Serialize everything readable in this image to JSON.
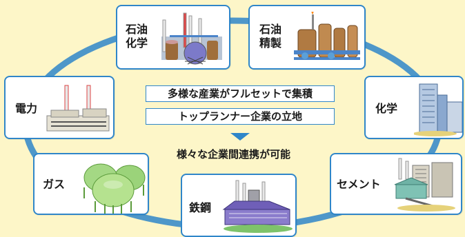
{
  "background": "#fdf6c8",
  "ring_color": "#2f86c9",
  "industries": {
    "petrochemical": "石油\n化学",
    "refining": "石油\n精製",
    "power": "電力",
    "chemical": "化学",
    "gas": "ガス",
    "cement": "セメント",
    "steel": "鉄鋼"
  },
  "center": {
    "line1": "多様な産業がフルセットで集積",
    "line2": "トップランナー企業の立地",
    "result": "様々な企業間連携が可能"
  },
  "icons": [
    "petrochemical-plant-icon",
    "refinery-icon",
    "power-plant-icon",
    "chemical-building-icon",
    "gas-tank-icon",
    "cement-plant-icon",
    "steel-mill-icon"
  ]
}
